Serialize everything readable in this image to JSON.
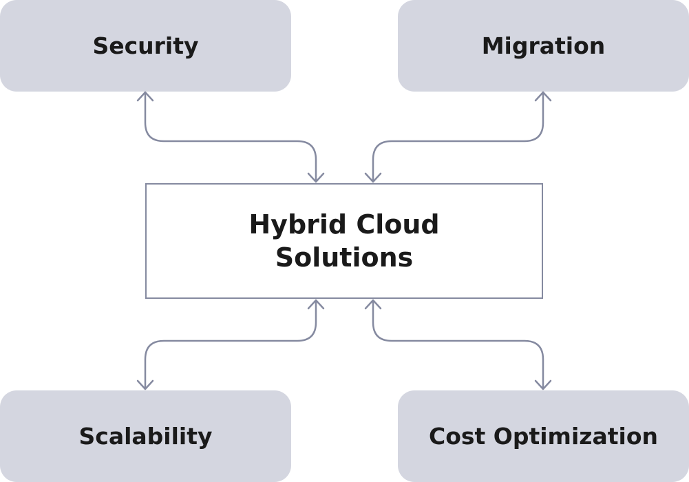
{
  "diagram": {
    "center": {
      "line1": "Hybrid Cloud",
      "line2": "Solutions"
    },
    "nodes": {
      "security": "Security",
      "migration": "Migration",
      "scalability": "Scalability",
      "cost_optimization": "Cost Optimization"
    },
    "colors": {
      "node_fill": "#d4d6e0",
      "center_border": "#858aa0",
      "connector": "#858aa0",
      "text": "#1a1a1a"
    }
  }
}
